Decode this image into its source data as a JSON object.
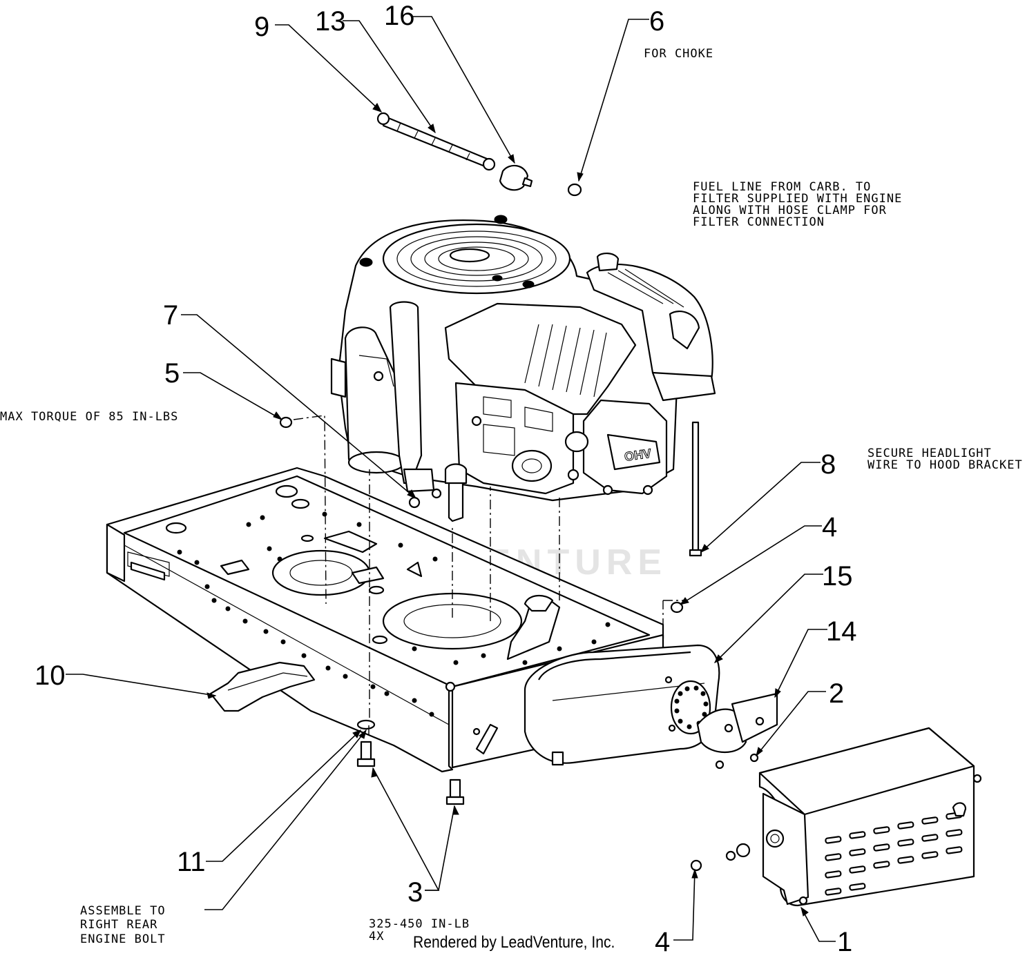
{
  "callouts": [
    {
      "id": "c9",
      "label": "9"
    },
    {
      "id": "c13",
      "label": "13"
    },
    {
      "id": "c16",
      "label": "16"
    },
    {
      "id": "c6",
      "label": "6"
    },
    {
      "id": "c7",
      "label": "7"
    },
    {
      "id": "c5",
      "label": "5"
    },
    {
      "id": "c8",
      "label": "8"
    },
    {
      "id": "c4a",
      "label": "4"
    },
    {
      "id": "c15",
      "label": "15"
    },
    {
      "id": "c14",
      "label": "14"
    },
    {
      "id": "c2",
      "label": "2"
    },
    {
      "id": "c10",
      "label": "10"
    },
    {
      "id": "c11",
      "label": "11"
    },
    {
      "id": "c3",
      "label": "3"
    },
    {
      "id": "c4b",
      "label": "4"
    },
    {
      "id": "c1",
      "label": "1"
    }
  ],
  "notes": {
    "choke": "FOR CHOKE",
    "fuel_line": [
      "FUEL LINE FROM CARB. TO",
      "FILTER SUPPLIED WITH ENGINE",
      "ALONG WITH HOSE CLAMP FOR",
      "FILTER CONNECTION"
    ],
    "torque": "MAX TORQUE OF 85 IN-LBS",
    "headlight": [
      "SECURE HEADLIGHT",
      "WIRE TO HOOD BRACKET"
    ],
    "assemble": [
      "ASSEMBLE TO",
      "RIGHT REAR",
      "ENGINE BOLT"
    ],
    "bolt_torque": [
      "325-450 IN-LB",
      "4X"
    ],
    "ohv_badge": "OHV"
  },
  "watermark": "LEADVENTURE",
  "credit": "Rendered by LeadVenture, Inc."
}
